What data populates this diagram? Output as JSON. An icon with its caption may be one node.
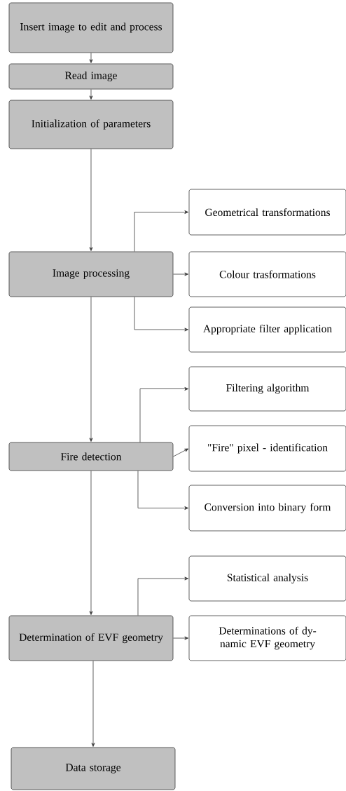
{
  "diagram": {
    "nodes": [
      {
        "text": [
          "Insert image to edit and process"
        ]
      },
      {
        "text": [
          "Read image"
        ]
      },
      {
        "text": [
          "Initialization of parameters"
        ]
      },
      {
        "text": [
          "Geometrical transformations"
        ]
      },
      {
        "text": [
          "Image processing"
        ]
      },
      {
        "text": [
          "Colour trasformations"
        ]
      },
      {
        "text": [
          "Appropriate filter application"
        ]
      },
      {
        "text": [
          "Filtering algorithm"
        ]
      },
      {
        "text": [
          "\"Fire\" pixel - identification"
        ]
      },
      {
        "text": [
          "Fire detection"
        ]
      },
      {
        "text": [
          "Conversion into binary form"
        ]
      },
      {
        "text": [
          "Statistical analysis"
        ]
      },
      {
        "text": [
          "Determination of EVF geometry"
        ]
      },
      {
        "text": [
          "Determinations of dy-namic EVF geometry"
        ]
      },
      {
        "text": [
          "Data storage"
        ]
      }
    ],
    "edges": [
      {
        "from": 0,
        "to": 1,
        "arrow": "to"
      },
      {
        "from": 1,
        "to": 2,
        "arrow": "to"
      },
      {
        "from": 2,
        "to": 4,
        "arrow": "to"
      },
      {
        "from": 4,
        "to": 3,
        "arrow": "to"
      },
      {
        "from": 4,
        "to": 5,
        "arrow": "to"
      },
      {
        "from": 4,
        "to": 6,
        "arrow": "to"
      },
      {
        "from": 4,
        "to": 9,
        "arrow": "to"
      },
      {
        "from": 9,
        "to": 7,
        "arrow": "to"
      },
      {
        "from": 9,
        "to": 8,
        "arrow": "to"
      },
      {
        "from": 9,
        "to": 10,
        "arrow": "to"
      },
      {
        "from": 9,
        "to": 12,
        "arrow": "to"
      },
      {
        "from": 12,
        "to": 11,
        "arrow": "to"
      },
      {
        "from": 12,
        "to": 13,
        "arrow": "to"
      },
      {
        "from": 12,
        "to": 14,
        "arrow": "to"
      }
    ]
  }
}
